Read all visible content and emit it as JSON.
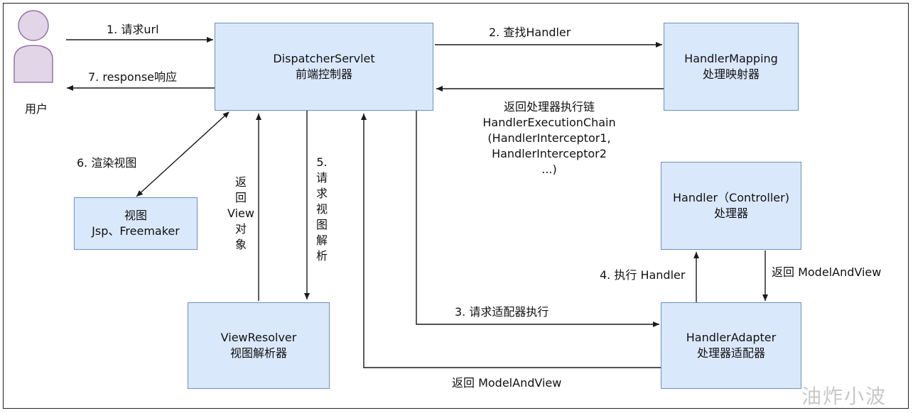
{
  "user": {
    "label": "用户"
  },
  "boxes": {
    "dispatcher": {
      "title": "DispatcherServlet",
      "subtitle": "前端控制器"
    },
    "handler_mapping": {
      "title": "HandlerMapping",
      "subtitle": "处理映射器"
    },
    "view": {
      "title": "视图",
      "subtitle": "Jsp、Freemaker"
    },
    "view_resolver": {
      "title": "ViewResolver",
      "subtitle": "视图解析器"
    },
    "handler": {
      "title": "Handler（Controller)",
      "subtitle": "处理器"
    },
    "handler_adapter": {
      "title": "HandlerAdapter",
      "subtitle": "处理器适配器"
    }
  },
  "labels": {
    "step1": "1. 请求url",
    "step7": "7. response响应",
    "step2": "2. 查找Handler",
    "return_chain": [
      "返回处理器执行链",
      "HandlerExecutionChain",
      "(HandlerInterceptor1,",
      "HandlerInterceptor2",
      "...)"
    ],
    "step6": "6. 渲染视图",
    "return_view": [
      "返",
      "回",
      "View",
      "对",
      "象"
    ],
    "step5": [
      "5.",
      "请",
      "求",
      "视",
      "图",
      "解",
      "析"
    ],
    "step3": "3. 请求适配器执行",
    "step4": "4. 执行 Handler",
    "return_mav_right": "返回 ModelAndView",
    "return_mav_bottom": "返回 ModelAndView"
  },
  "watermark": "油炸小波",
  "colors": {
    "box_fill": "#dae8fc",
    "box_border": "#6c8ebf",
    "user_fill": "#e1d5e7",
    "user_border": "#9673a6",
    "arrow": "#1a1a1a"
  }
}
